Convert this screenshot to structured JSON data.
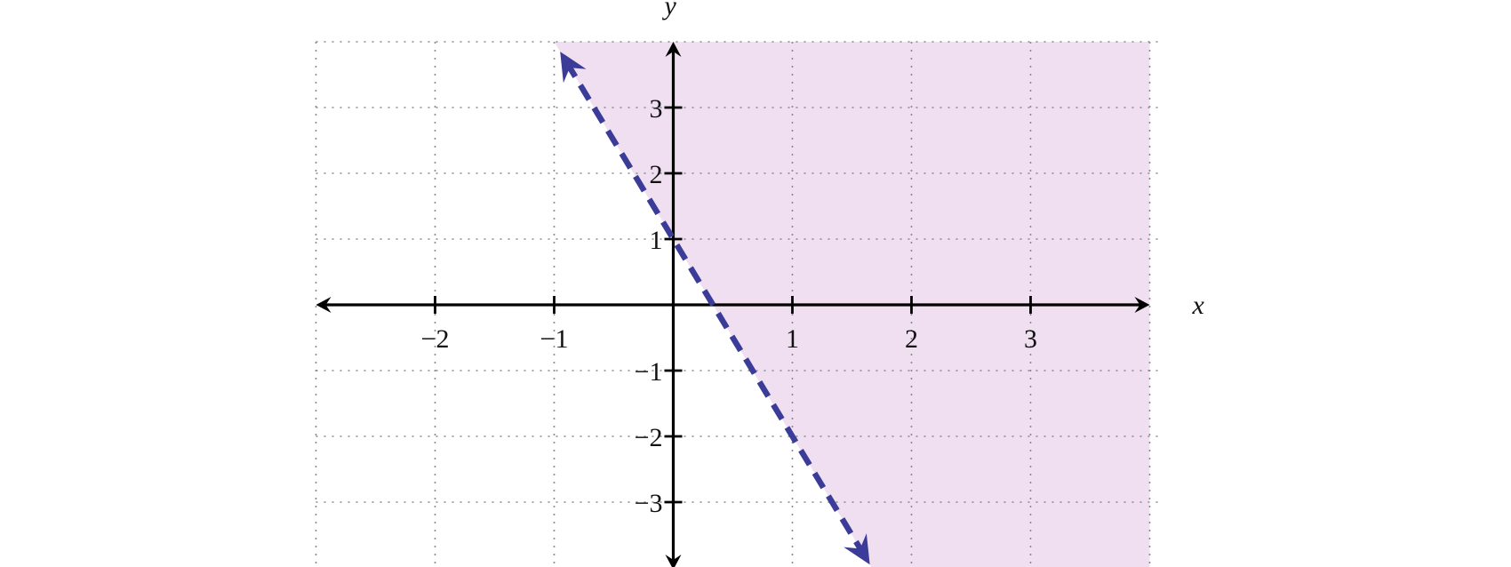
{
  "chart_data": {
    "type": "line",
    "title": "",
    "xlabel": "x",
    "ylabel": "y",
    "xlim": [
      -3,
      4
    ],
    "ylim": [
      -4,
      4
    ],
    "grid": true,
    "x_tick_labels": [
      {
        "value": -2,
        "label": "−2"
      },
      {
        "value": -1,
        "label": "−1"
      },
      {
        "value": 1,
        "label": "1"
      },
      {
        "value": 2,
        "label": "2"
      },
      {
        "value": 3,
        "label": "3"
      }
    ],
    "y_tick_labels": [
      {
        "value": 3,
        "label": "3"
      },
      {
        "value": 2,
        "label": "2"
      },
      {
        "value": 1,
        "label": "1"
      },
      {
        "value": -1,
        "label": "−1"
      },
      {
        "value": -2,
        "label": "−2"
      },
      {
        "value": -3,
        "label": "−3"
      }
    ],
    "boundary": {
      "style": "dashed",
      "slope": -3,
      "intercept": 1,
      "x_range": [
        -0.95,
        1.65
      ],
      "y_range": [
        3.85,
        -3.95
      ],
      "color": "#3b3b98"
    },
    "shaded_region": {
      "side": "above-right of line",
      "color": "#efdff0"
    }
  }
}
